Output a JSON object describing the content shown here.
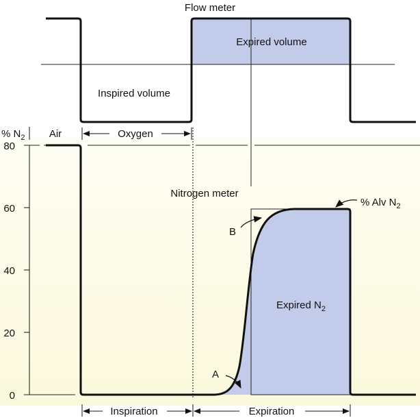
{
  "title": "Flow meter",
  "flow": {
    "expired_label": "Expired volume",
    "inspired_label": "Inspired volume",
    "oxygen_label": "Oxygen",
    "air_label": "Air"
  },
  "nitrogen": {
    "meter_label": "Nitrogen meter",
    "y_axis_label": "% N",
    "y_axis_sub": "2",
    "ticks": [
      "80",
      "60",
      "40",
      "20",
      "0"
    ],
    "alv_label": "% Alv N",
    "alv_sub": "2",
    "expired_label": "Expired N",
    "expired_sub": "2",
    "point_a": "A",
    "point_b": "B"
  },
  "phases": {
    "inspiration": "Inspiration",
    "expiration": "Expiration"
  },
  "colors": {
    "fill": "#c3cbeb",
    "panel": "#fdfcea",
    "stroke": "#111111"
  }
}
